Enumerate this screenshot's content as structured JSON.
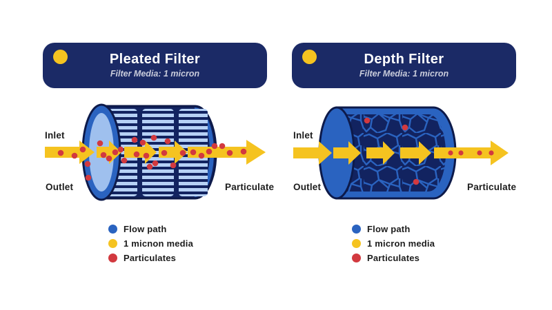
{
  "colors": {
    "background": "#ffffff",
    "navy": "#1b2a66",
    "yellow": "#f5c320",
    "red": "#d2393f",
    "blue": "#2a63c0",
    "light_blue": "#9fc0ee",
    "stripe": "#b6d1f5",
    "body_dark": "#122360",
    "outline": "#0d1a4a",
    "subtitle_text": "#c9ccdb",
    "text": "#1c1c1c"
  },
  "panels": [
    {
      "id": "pleated",
      "title": "Pleated Filter",
      "subtitle": "Filter Media: 1 micron",
      "labels": {
        "inlet": "Inlet",
        "outlet": "Outlet",
        "particulate": "Particulate"
      },
      "legend": [
        {
          "color": "#2a63c0",
          "label": "Flow path"
        },
        {
          "color": "#f5c320",
          "label": "1 micnon media"
        },
        {
          "color": "#d2393f",
          "label": "Particulates"
        }
      ]
    },
    {
      "id": "depth",
      "title": "Depth Filter",
      "subtitle": "Filter Media: 1 micron",
      "labels": {
        "inlet": "Inlet",
        "outlet": "Outlet",
        "particulate": "Particulate"
      },
      "legend": [
        {
          "color": "#2a63c0",
          "label": "Flow path"
        },
        {
          "color": "#f5c320",
          "label": "1 micron media"
        },
        {
          "color": "#d2393f",
          "label": "Particulates"
        }
      ]
    }
  ]
}
